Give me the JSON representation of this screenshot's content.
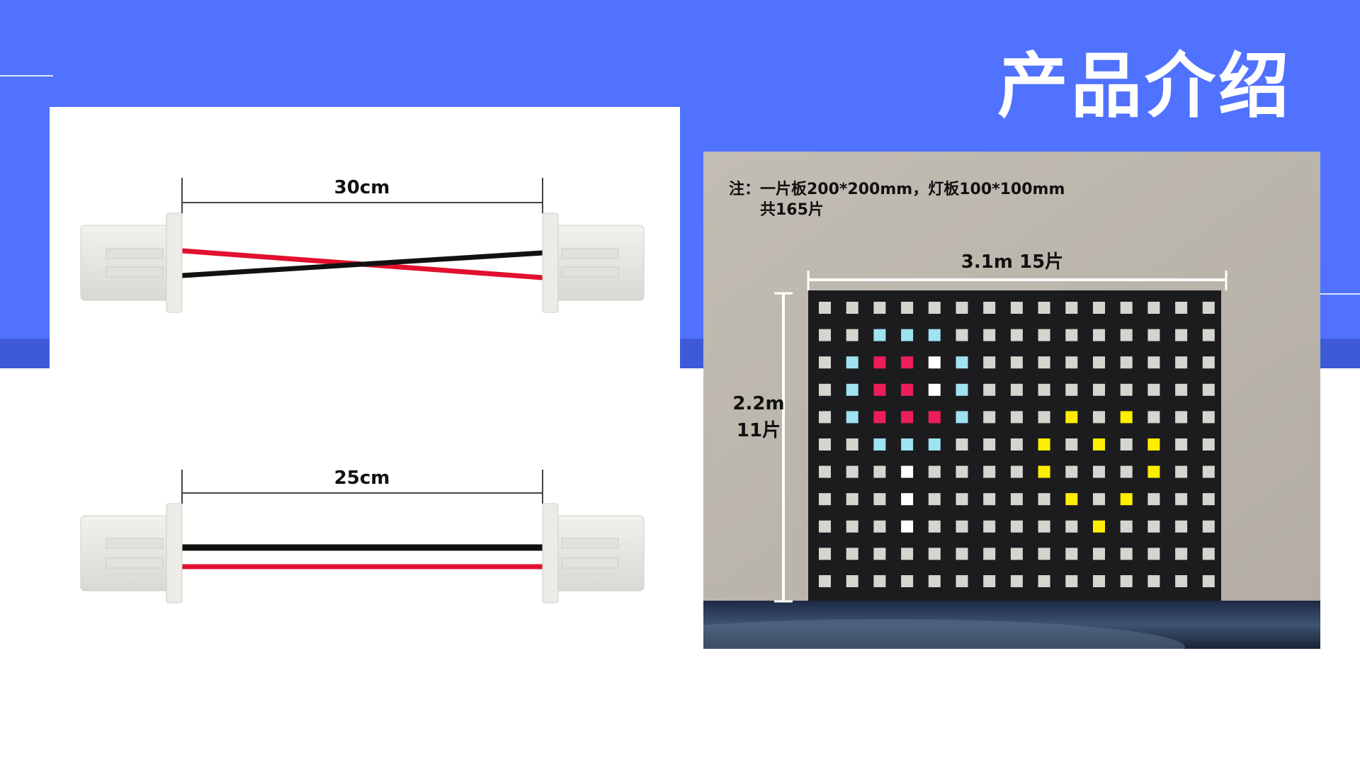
{
  "title": "产品介绍",
  "colors": {
    "band": "#5072ff",
    "band_lower": "#3f5ad8",
    "wire_red": "#e0102e",
    "wire_black": "#111111",
    "tile_gray": "#d6d4cf",
    "tile_cyan": "#9fe2f0",
    "tile_magenta": "#ec1e5a",
    "tile_white": "#ffffff",
    "tile_yellow": "#ffee00",
    "panel_bg": "#1c1c1e",
    "wall": "#bdb7ad"
  },
  "cables": [
    {
      "length_label": "30cm",
      "wiring": "crossed"
    },
    {
      "length_label": "25cm",
      "wiring": "straight"
    }
  ],
  "diagram": {
    "note_line1": "注：一片板200*200mm，灯板100*100mm",
    "note_line2": "共165片",
    "width_label": "3.1m 15片",
    "height_label_line1": "2.2m",
    "height_label_line2": "11片",
    "grid": {
      "cols": 15,
      "rows": 11,
      "colored_tiles": [
        {
          "r": 1,
          "c": 2,
          "color": "cyan"
        },
        {
          "r": 1,
          "c": 3,
          "color": "cyan"
        },
        {
          "r": 1,
          "c": 4,
          "color": "cyan"
        },
        {
          "r": 2,
          "c": 1,
          "color": "cyan"
        },
        {
          "r": 2,
          "c": 2,
          "color": "magenta"
        },
        {
          "r": 2,
          "c": 3,
          "color": "magenta"
        },
        {
          "r": 2,
          "c": 4,
          "color": "white"
        },
        {
          "r": 2,
          "c": 5,
          "color": "cyan"
        },
        {
          "r": 3,
          "c": 1,
          "color": "cyan"
        },
        {
          "r": 3,
          "c": 2,
          "color": "magenta"
        },
        {
          "r": 3,
          "c": 3,
          "color": "magenta"
        },
        {
          "r": 3,
          "c": 4,
          "color": "white"
        },
        {
          "r": 3,
          "c": 5,
          "color": "cyan"
        },
        {
          "r": 4,
          "c": 1,
          "color": "cyan"
        },
        {
          "r": 4,
          "c": 2,
          "color": "magenta"
        },
        {
          "r": 4,
          "c": 3,
          "color": "magenta"
        },
        {
          "r": 4,
          "c": 4,
          "color": "magenta"
        },
        {
          "r": 4,
          "c": 5,
          "color": "cyan"
        },
        {
          "r": 5,
          "c": 2,
          "color": "cyan"
        },
        {
          "r": 5,
          "c": 3,
          "color": "cyan"
        },
        {
          "r": 5,
          "c": 4,
          "color": "cyan"
        },
        {
          "r": 6,
          "c": 3,
          "color": "white"
        },
        {
          "r": 7,
          "c": 3,
          "color": "white"
        },
        {
          "r": 8,
          "c": 3,
          "color": "white"
        },
        {
          "r": 4,
          "c": 9,
          "color": "yellow"
        },
        {
          "r": 4,
          "c": 11,
          "color": "yellow"
        },
        {
          "r": 5,
          "c": 8,
          "color": "yellow"
        },
        {
          "r": 5,
          "c": 10,
          "color": "yellow"
        },
        {
          "r": 5,
          "c": 12,
          "color": "yellow"
        },
        {
          "r": 6,
          "c": 8,
          "color": "yellow"
        },
        {
          "r": 6,
          "c": 12,
          "color": "yellow"
        },
        {
          "r": 7,
          "c": 9,
          "color": "yellow"
        },
        {
          "r": 7,
          "c": 11,
          "color": "yellow"
        },
        {
          "r": 8,
          "c": 10,
          "color": "yellow"
        }
      ]
    }
  }
}
